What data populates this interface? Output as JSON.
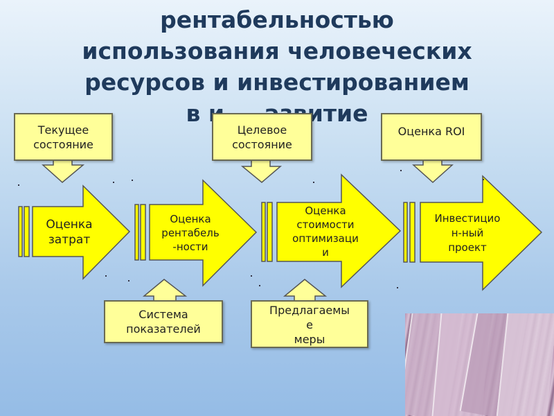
{
  "title": {
    "lines": [
      "рентабельностью",
      "использования человеческих",
      "ресурсов и инвестированием",
      "в и     азвитие"
    ]
  },
  "flow_steps": [
    {
      "id": "step-1",
      "lines": [
        "Оценка",
        "затрат"
      ]
    },
    {
      "id": "step-2",
      "lines": [
        "Оценка",
        "рентабель",
        "-ности"
      ]
    },
    {
      "id": "step-3",
      "lines": [
        "Оценка",
        "стоимости",
        "оптимизаци",
        "и"
      ]
    },
    {
      "id": "step-4",
      "lines": [
        "Инвестицио",
        "н-ный",
        "проект"
      ]
    }
  ],
  "top_boxes": [
    {
      "id": "current-state",
      "lines": [
        "Текущее",
        "состояние"
      ]
    },
    {
      "id": "target-state",
      "lines": [
        "Целевое",
        "состояние"
      ]
    },
    {
      "id": "roi-assessment",
      "lines": [
        "Оценка ROI"
      ]
    }
  ],
  "bottom_boxes": [
    {
      "id": "indicator-system",
      "lines": [
        "Система",
        "показателей"
      ]
    },
    {
      "id": "proposed-measures",
      "lines": [
        "Предлагаемы",
        "е",
        "меры"
      ]
    }
  ],
  "colors": {
    "arrow_fill": "#ffff00",
    "box_fill": "#ffff99",
    "outline": "#555555",
    "title": "#1f3a5c"
  }
}
